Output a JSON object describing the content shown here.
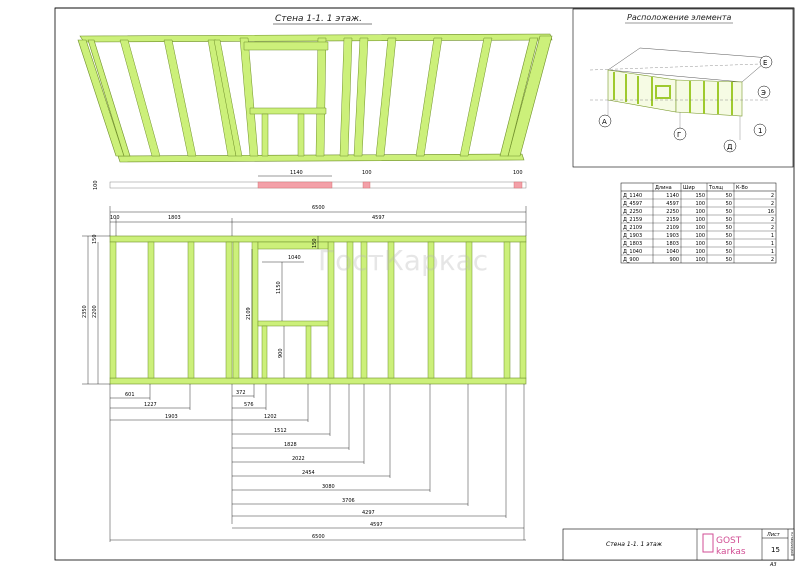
{
  "sheet": {
    "title": "Стена 1-1.    1 этаж.",
    "location_title": "Расположение элемента",
    "format": "А3"
  },
  "location_marks": [
    "А",
    "Г",
    "Д",
    "Е",
    "Э",
    "1"
  ],
  "strip": {
    "height_label": "100",
    "label_1140": "1140",
    "label_100a": "100",
    "label_100b": "100"
  },
  "dims": {
    "overall_top": "6500",
    "seg_100": "100",
    "seg_1803": "1803",
    "seg_4597": "4597",
    "h_2350": "2350",
    "h_2200": "2200",
    "h_150": "150",
    "h_2109": "2109",
    "top_plate_150": "150",
    "win_1040": "1040",
    "win_1150": "1150",
    "win_900": "900"
  },
  "left_chain": [
    "601",
    "1227",
    "1903"
  ],
  "right_chain": [
    "372",
    "576",
    "1202",
    "1512",
    "1828",
    "2022",
    "2454",
    "3080",
    "3706",
    "4297",
    "4597"
  ],
  "bottom_overall": "6500",
  "watermark": "ГостКаркас",
  "spec_table": {
    "headers": [
      "",
      "Длина",
      "Шир",
      "Толщ",
      "К-Во"
    ],
    "rows": [
      [
        "Д_1140",
        "1140",
        "150",
        "50",
        "2"
      ],
      [
        "Д_4597",
        "4597",
        "100",
        "50",
        "2"
      ],
      [
        "Д_2250",
        "2250",
        "100",
        "50",
        "16"
      ],
      [
        "Д_2159",
        "2159",
        "100",
        "50",
        "2"
      ],
      [
        "Д_2109",
        "2109",
        "100",
        "50",
        "2"
      ],
      [
        "Д_1903",
        "1903",
        "100",
        "50",
        "1"
      ],
      [
        "Д_1803",
        "1803",
        "100",
        "50",
        "1"
      ],
      [
        "Д_1040",
        "1040",
        "100",
        "50",
        "1"
      ],
      [
        "Д_900",
        "900",
        "100",
        "50",
        "2"
      ]
    ]
  },
  "title_block": {
    "name": "Стена 1-1.    1 этаж",
    "logo_top": "GOST",
    "logo_bottom": "karkas",
    "sheet_label": "Лист",
    "sheet_number": "15",
    "side_text": "gostkarkas.ru"
  },
  "colors": {
    "timber": "#ccf07a",
    "timber_dark": "#8fb53a",
    "highlight": "#f3a0a8"
  }
}
